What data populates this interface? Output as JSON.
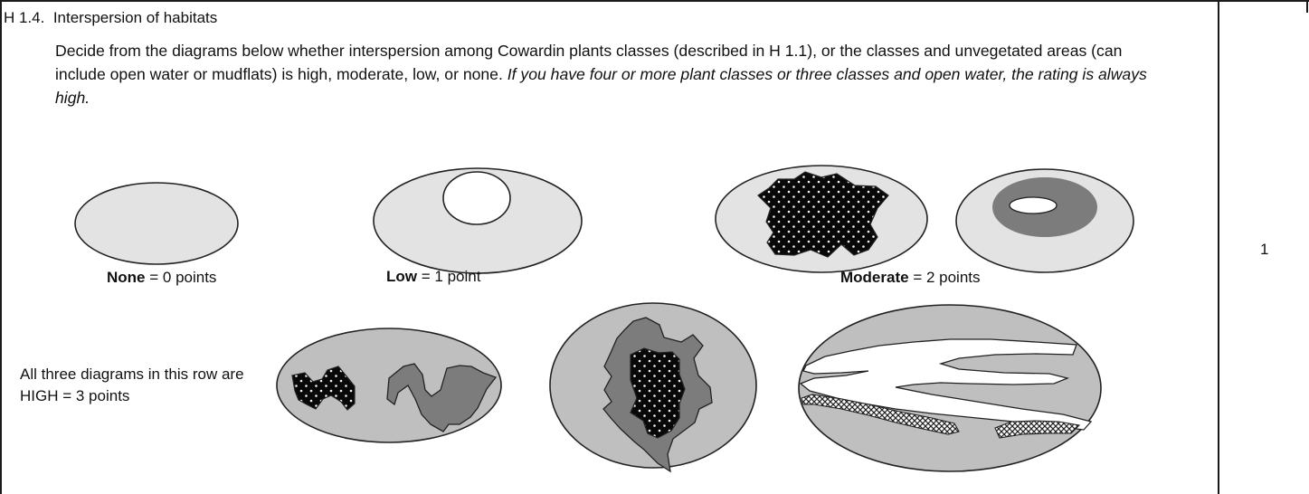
{
  "question": {
    "id": "H 1.4.",
    "title": "Interspersion of habitats",
    "instruction": "Decide from the diagrams below whether interspersion among Cowardin plants classes (described in H 1.1), or the classes and unvegetated areas (can include open water or mudflats) is high, moderate, low, or none.",
    "instruction_italic": "If you have four or more plant classes or three classes and open water, the rating is always high."
  },
  "ratings": {
    "none": {
      "label": "None",
      "points": "= 0 points"
    },
    "low": {
      "label": "Low",
      "points": "= 1 point"
    },
    "moderate": {
      "label": "Moderate",
      "points": "= 2 points"
    },
    "high_text": "All three diagrams in this row are HIGH = 3 points"
  },
  "score": "1",
  "colors": {
    "fill_light": "#e3e3e3",
    "fill_mid": "#bfbfbf",
    "fill_dark": "#7c7c7c",
    "fill_black": "#080808",
    "stroke": "#222222"
  }
}
